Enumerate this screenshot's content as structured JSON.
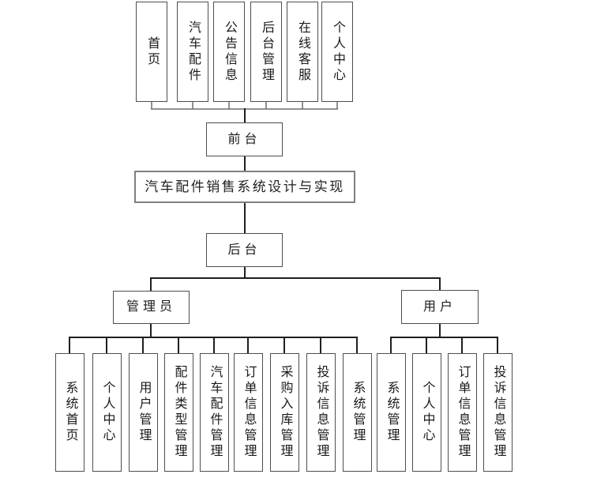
{
  "palette": {
    "box_border": "#4e4e4e",
    "title_border": "#7f7f7f",
    "connector_dark": "#1f1f1f",
    "connector_gray": "#6e6e6e"
  },
  "title": "汽车配件销售系统设计与实现",
  "front": {
    "label": "前台",
    "children": [
      "首页",
      "汽车配件",
      "公告信息",
      "后台管理",
      "在线客服",
      "个人中心"
    ]
  },
  "back": {
    "label": "后台",
    "admin": {
      "label": "管理员",
      "children": [
        "系统首页",
        "个人中心",
        "用户管理",
        "配件类型管理",
        "汽车配件管理",
        "订单信息管理",
        "采购入库管理",
        "投诉信息管理",
        "系统管理"
      ]
    },
    "user": {
      "label": "用户",
      "children": [
        "系统管理",
        "个人中心",
        "订单信息管理",
        "投诉信息管理"
      ]
    }
  }
}
